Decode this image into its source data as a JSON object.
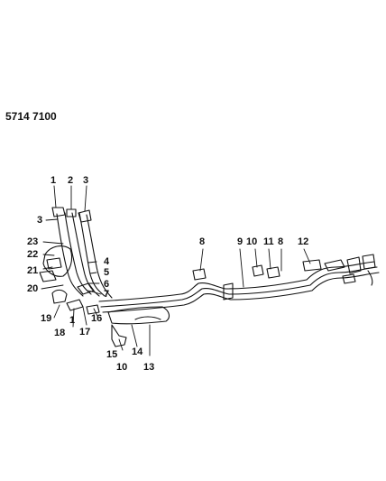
{
  "reference": "5714  7100",
  "callouts": {
    "c1": "1",
    "c2": "2",
    "c3": "3",
    "c3b": "3",
    "c4": "4",
    "c5": "5",
    "c6": "6",
    "c7": "7",
    "c8": "8",
    "c8b": "8",
    "c9": "9",
    "c10": "10",
    "c11": "11",
    "c12": "12",
    "c13": "13",
    "c14": "14",
    "c15": "15",
    "c10b": "10",
    "c16": "16",
    "c17": "17",
    "c18": "18",
    "c1b": "1",
    "c19": "19",
    "c20": "20",
    "c21": "21",
    "c22": "22",
    "c23": "23"
  },
  "colors": {
    "line": "#111111",
    "background": "#ffffff"
  }
}
